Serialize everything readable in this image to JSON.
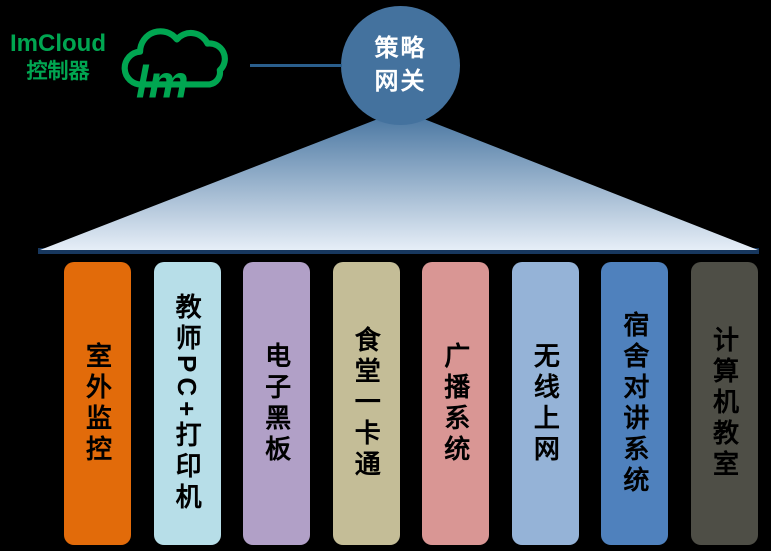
{
  "page": {
    "background": "#000000"
  },
  "controller": {
    "name": "ImCloud",
    "subtitle": "控制器",
    "logo_text": "lm",
    "color": "#00A651"
  },
  "connector": {
    "color": "#2A5E8C"
  },
  "gateway": {
    "line1": "策略",
    "line2": "网关",
    "fill": "#44729E",
    "text_color": "#FFFFFF"
  },
  "beam": {
    "top_color": "#44729E",
    "bottom_color": "#E6EEF7"
  },
  "baseline": {
    "color": "#17375E"
  },
  "columns": [
    {
      "label": "室外监控",
      "color": "#E26B0A"
    },
    {
      "label": "教师PC+打印机",
      "color": "#B7DEE8"
    },
    {
      "label": "电子黑板",
      "color": "#B1A0C7"
    },
    {
      "label": "食堂一卡通",
      "color": "#C4BD97"
    },
    {
      "label": "广播系统",
      "color": "#D99694"
    },
    {
      "label": "无线上网",
      "color": "#95B3D7"
    },
    {
      "label": "宿舍对讲系统",
      "color": "#4F81BD"
    },
    {
      "label": "计算机教室",
      "color": "#4E4E46"
    }
  ]
}
